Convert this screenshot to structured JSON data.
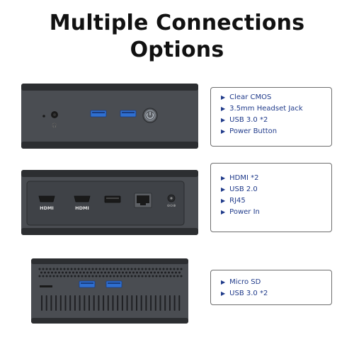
{
  "title": {
    "line1": "Multiple Connections",
    "line2": "Options"
  },
  "colors": {
    "device_body": "#4a4d52",
    "device_top": "#2c2e31",
    "usb_blue": "#2f6fd0",
    "text_blue": "#1f3a8a",
    "panel_border": "#6e6e6e"
  },
  "views": [
    {
      "name": "front",
      "features": [
        "Clear CMOS",
        "3.5mm Headset Jack",
        "USB 3.0 *2",
        "Power Button"
      ]
    },
    {
      "name": "rear",
      "port_labels": [
        "HDMI",
        "HDMI"
      ],
      "features": [
        "HDMI *2",
        "USB 2.0",
        "RJ45",
        "Power In"
      ]
    },
    {
      "name": "side",
      "features": [
        "Micro SD",
        "USB 3.0 *2"
      ]
    }
  ],
  "icons": {
    "bullet": "triangle-right-icon",
    "power": "power-icon",
    "headset": "headset-icon"
  }
}
